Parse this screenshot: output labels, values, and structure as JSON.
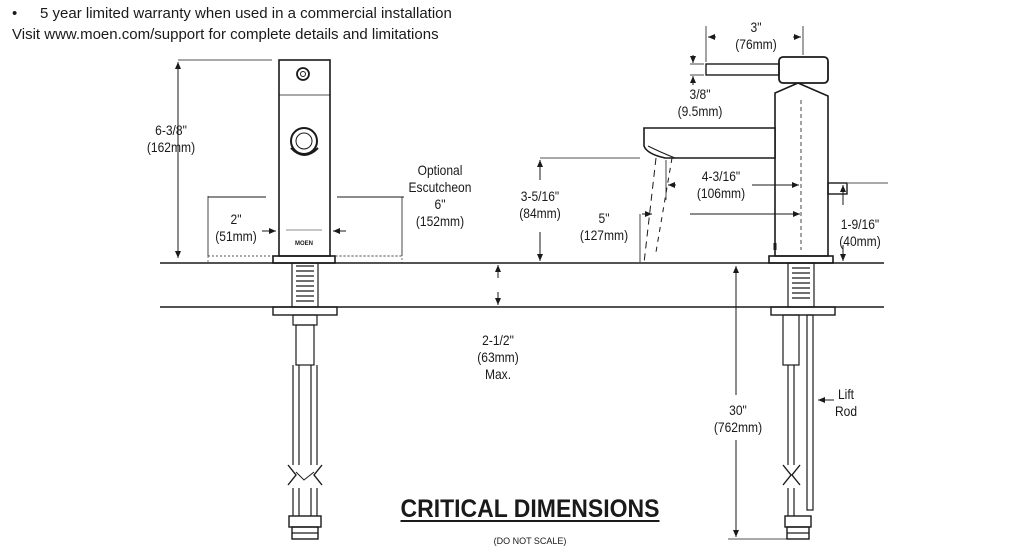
{
  "header": {
    "bullet": "•",
    "warranty": "5 year limited warranty when used in a commercial installation",
    "visit": "Visit www.moen.com/support for complete details and limitations"
  },
  "front_view": {
    "height": {
      "in": "6-3/8\"",
      "mm": "(162mm)"
    },
    "base_width": {
      "in": "2\"",
      "mm": "(51mm)"
    },
    "escutcheon": {
      "l1": "Optional",
      "l2": "Escutcheon",
      "in": "6\"",
      "mm": "(152mm)"
    },
    "depth": {
      "in": "2-1/2\"",
      "mm": "(63mm)",
      "note": "Max."
    },
    "brand": "MOEN"
  },
  "side_view": {
    "handle": {
      "in": "3\"",
      "mm": "(76mm)"
    },
    "handle_gap": {
      "in": "3/8\"",
      "mm": "(9.5mm)"
    },
    "spout_height": {
      "in": "3-5/16\"",
      "mm": "(84mm)"
    },
    "spout_reach": {
      "in": "5\"",
      "mm": "(127mm)"
    },
    "spout_depth": {
      "in": "4-3/16\"",
      "mm": "(106mm)"
    },
    "lift_height": {
      "in": "1-9/16\"",
      "mm": "(40mm)"
    },
    "supply": {
      "in": "30\"",
      "mm": "(762mm)"
    },
    "lift_rod": {
      "l1": "Lift",
      "l2": "Rod"
    }
  },
  "footer": {
    "title": "CRITICAL DIMENSIONS",
    "note": "(DO NOT SCALE)"
  }
}
